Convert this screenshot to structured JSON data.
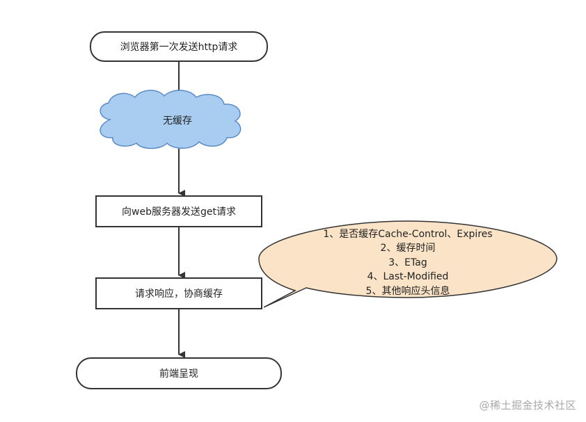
{
  "nodes": {
    "start": "浏览器第一次发送http请求",
    "cloud": "无缓存",
    "get_request": "向web服务器发送get请求",
    "response": "请求响应，协商缓存",
    "end": "前端呈现"
  },
  "callout": {
    "lines": [
      "1、是否缓存Cache-Control、Expires",
      "2、缓存时间",
      "3、ETag",
      "4、Last-Modified",
      "5、其他响应头信息"
    ]
  },
  "watermark": "@稀土掘金技术社区",
  "colors": {
    "stroke": "#333333",
    "cloud_fill": "#a8cdf1",
    "cloud_stroke": "#5b8ac3",
    "callout_fill": "#fbe3c8",
    "node_fill": "#ffffff"
  }
}
